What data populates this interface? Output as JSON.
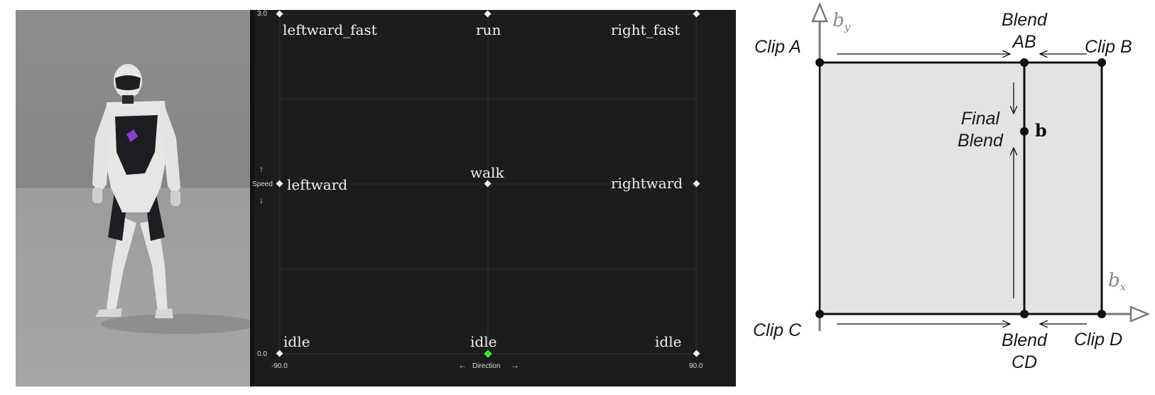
{
  "viewport": {
    "colors": {
      "floor": "#a6a6a6",
      "wall": "#8a8a8a",
      "body_white": "#e6e6e4",
      "body_black": "#1e1e22",
      "logo": "#8a3fd0"
    }
  },
  "blend_space": {
    "y_axis": {
      "name": "Speed",
      "min_label": "0.0",
      "max_label": "3.0",
      "arrows": [
        "↑",
        "↓"
      ]
    },
    "x_axis": {
      "name": "Direction",
      "min_label": "-90.0",
      "max_label": "90.0",
      "left_arrow": "←",
      "right_arrow": "→"
    },
    "samples": {
      "top_left": "leftward_fast",
      "top_center": "run",
      "top_right": "right_fast",
      "mid_left": "leftward",
      "mid_center": "walk",
      "mid_right": "rightward",
      "bottom_left": "idle",
      "bottom_center": "idle",
      "bottom_right": "idle"
    },
    "colors": {
      "background": "#1c1c1c",
      "grid": "#2f2f2f",
      "marker": "#f2f2f2",
      "active_marker": "#38e838"
    }
  },
  "diagram": {
    "clip_a": "Clip A",
    "clip_b": "Clip B",
    "clip_c": "Clip C",
    "clip_d": "Clip D",
    "blend_ab": [
      "Blend",
      "AB"
    ],
    "blend_cd": [
      "Blend",
      "CD"
    ],
    "final_blend": [
      "Final",
      "Blend"
    ],
    "point_b": "b",
    "axis_x": {
      "base": "b",
      "sub": "x"
    },
    "axis_y": {
      "base": "b",
      "sub": "y"
    },
    "colors": {
      "fill": "#e3e3e3",
      "line": "#111111",
      "axis": "#7a7a7a"
    }
  }
}
